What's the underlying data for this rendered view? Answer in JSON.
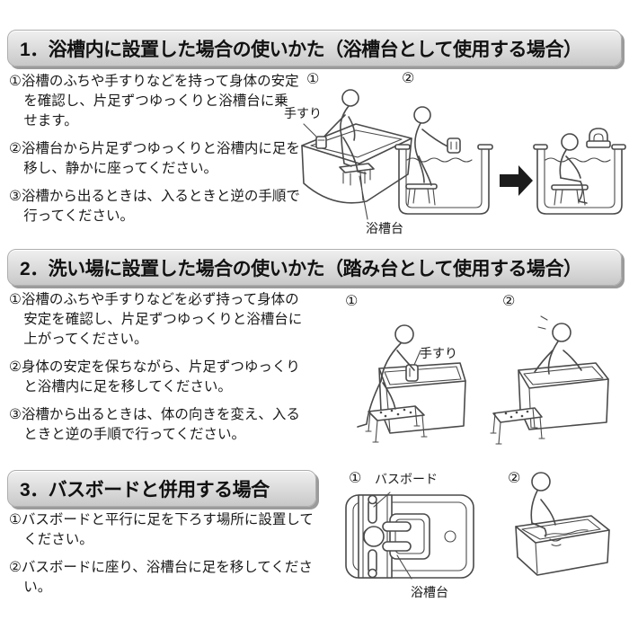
{
  "document": {
    "language": "ja",
    "topic": "bath-stool usage instructions"
  },
  "colors": {
    "background": "#ffffff",
    "header_bg_top": "#f0f0f0",
    "header_bg_bottom": "#c8c8c8",
    "header_shadow": "#9b9b9b",
    "text": "#1a1a1a",
    "line_art": "#4a4a4a",
    "arrow": "#1c1c1c"
  },
  "sections": [
    {
      "title": "1．浴槽内に設置した場合の使いかた（浴槽台として使用する場合）",
      "steps": [
        "①浴槽のふちや手すりなどを持って身体の安定を確認し、片足ずつゆっくりと浴槽台に乗せます。",
        "②浴槽台から片足ずつゆっくりと浴槽内に足を移し、静かに座ってください。",
        "③浴槽から出るときは、入るときと逆の手順で行ってください。"
      ],
      "figures": [
        {
          "num": "①"
        },
        {
          "num": "②"
        }
      ],
      "labels": {
        "handrail": "手すり",
        "bath_stool": "浴槽台"
      }
    },
    {
      "title": "2．洗い場に設置した場合の使いかた（踏み台として使用する場合）",
      "steps": [
        "①浴槽のふちや手すりなどを必ず持って身体の安定を確認し、片足ずつゆっくりと浴槽台に上がってください。",
        "②身体の安定を保ちながら、片足ずつゆっくりと浴槽内に足を移してください。",
        "③浴槽から出るときは、体の向きを変え、入るときと逆の手順で行ってください。"
      ],
      "figures": [
        {
          "num": "①"
        },
        {
          "num": "②"
        }
      ],
      "labels": {
        "handrail": "手すり"
      }
    },
    {
      "title": "3．バスボードと併用する場合",
      "steps": [
        "①バスボードと平行に足を下ろす場所に設置してください。",
        "②バスボードに座り、浴槽台に足を移してください。"
      ],
      "figures": [
        {
          "num": "①"
        },
        {
          "num": "②"
        }
      ],
      "labels": {
        "bath_board": "バスボード",
        "bath_stool": "浴槽台"
      }
    }
  ]
}
